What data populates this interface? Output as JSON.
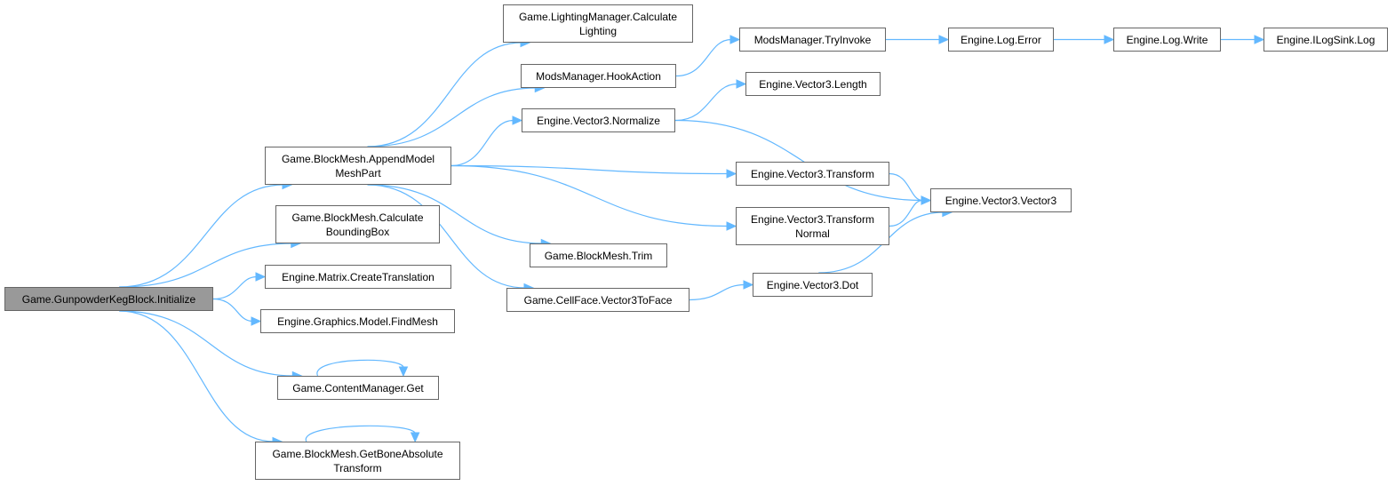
{
  "colors": {
    "edge": "#63b8ff",
    "node_border": "#666666",
    "root_fill": "#999999",
    "node_fill": "#ffffff"
  },
  "nodes": [
    {
      "id": "n0",
      "lines": [
        "Game.GunpowderKegBlock.Initialize"
      ],
      "root": true
    },
    {
      "id": "n1",
      "lines": [
        "Game.BlockMesh.AppendModel",
        "MeshPart"
      ]
    },
    {
      "id": "n2",
      "lines": [
        "Game.BlockMesh.Calculate",
        "BoundingBox"
      ]
    },
    {
      "id": "n3",
      "lines": [
        "Engine.Matrix.CreateTranslation"
      ]
    },
    {
      "id": "n4",
      "lines": [
        "Engine.Graphics.Model.FindMesh"
      ]
    },
    {
      "id": "n5",
      "lines": [
        "Game.ContentManager.Get"
      ]
    },
    {
      "id": "n6",
      "lines": [
        "Game.BlockMesh.GetBoneAbsolute",
        "Transform"
      ]
    },
    {
      "id": "n7",
      "lines": [
        "Game.LightingManager.Calculate",
        "Lighting"
      ]
    },
    {
      "id": "n8",
      "lines": [
        "ModsManager.HookAction"
      ]
    },
    {
      "id": "n9",
      "lines": [
        "Engine.Vector3.Normalize"
      ]
    },
    {
      "id": "n10",
      "lines": [
        "Game.BlockMesh.Trim"
      ]
    },
    {
      "id": "n11",
      "lines": [
        "Game.CellFace.Vector3ToFace"
      ]
    },
    {
      "id": "n12",
      "lines": [
        "ModsManager.TryInvoke"
      ]
    },
    {
      "id": "n13",
      "lines": [
        "Engine.Vector3.Length"
      ]
    },
    {
      "id": "n14",
      "lines": [
        "Engine.Vector3.Transform"
      ]
    },
    {
      "id": "n15",
      "lines": [
        "Engine.Vector3.Transform",
        "Normal"
      ]
    },
    {
      "id": "n16",
      "lines": [
        "Engine.Vector3.Dot"
      ]
    },
    {
      "id": "n17",
      "lines": [
        "Engine.Log.Error"
      ]
    },
    {
      "id": "n18",
      "lines": [
        "Engine.Vector3.Vector3"
      ]
    },
    {
      "id": "n19",
      "lines": [
        "Engine.Log.Write"
      ]
    },
    {
      "id": "n20",
      "lines": [
        "Engine.ILogSink.Log"
      ]
    }
  ],
  "edges": [
    {
      "from": "n0",
      "to": "n1"
    },
    {
      "from": "n0",
      "to": "n2"
    },
    {
      "from": "n0",
      "to": "n3"
    },
    {
      "from": "n0",
      "to": "n4"
    },
    {
      "from": "n0",
      "to": "n5"
    },
    {
      "from": "n0",
      "to": "n6"
    },
    {
      "from": "n1",
      "to": "n7"
    },
    {
      "from": "n1",
      "to": "n8"
    },
    {
      "from": "n1",
      "to": "n9"
    },
    {
      "from": "n1",
      "to": "n14"
    },
    {
      "from": "n1",
      "to": "n15"
    },
    {
      "from": "n1",
      "to": "n10"
    },
    {
      "from": "n1",
      "to": "n11"
    },
    {
      "from": "n5",
      "to": "n5"
    },
    {
      "from": "n6",
      "to": "n6"
    },
    {
      "from": "n8",
      "to": "n12"
    },
    {
      "from": "n9",
      "to": "n13"
    },
    {
      "from": "n9",
      "to": "n18"
    },
    {
      "from": "n11",
      "to": "n16"
    },
    {
      "from": "n12",
      "to": "n17"
    },
    {
      "from": "n14",
      "to": "n18"
    },
    {
      "from": "n15",
      "to": "n18"
    },
    {
      "from": "n16",
      "to": "n18"
    },
    {
      "from": "n17",
      "to": "n19"
    },
    {
      "from": "n19",
      "to": "n20"
    }
  ]
}
